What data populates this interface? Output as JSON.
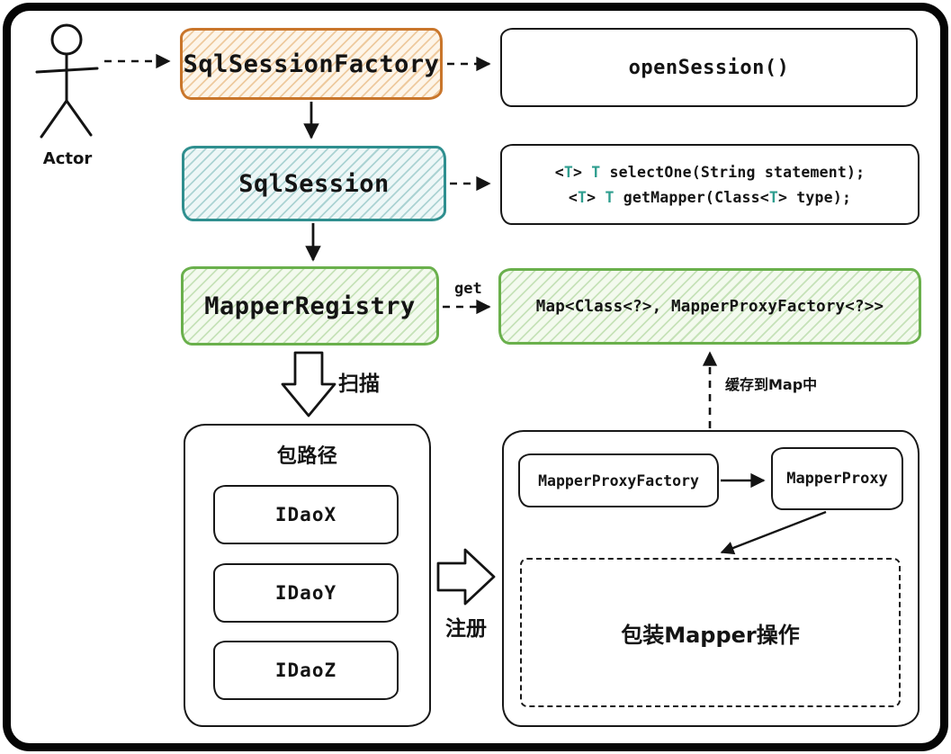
{
  "colors": {
    "ink": "#141414",
    "orange_border": "#c9762b",
    "teal_border": "#2f8f8f",
    "green_border": "#6ab04c",
    "type_param_teal": "#2f9e8f"
  },
  "actor": {
    "label": "Actor"
  },
  "nodes": {
    "sql_session_factory": "SqlSessionFactory",
    "open_session": "openSession()",
    "sql_session": "SqlSession",
    "mapper_registry": "MapperRegistry",
    "map_entry": "Map<Class<?>, MapperProxyFactory<?>>",
    "package_path": "包路径",
    "idaox": "IDaoX",
    "idaoy": "IDaoY",
    "idaoz": "IDaoZ",
    "mapper_proxy_factory": "MapperProxyFactory",
    "mapper_proxy": "MapperProxy",
    "wrap_mapper": "包装Mapper操作"
  },
  "labels": {
    "get": "get",
    "scan": "扫描",
    "register": "注册",
    "cache_to_map": "缓存到Map中"
  },
  "code_lines": [
    {
      "parts": [
        {
          "text": "<"
        },
        {
          "text": "T",
          "color": "#2f9e8f"
        },
        {
          "text": "> "
        },
        {
          "text": "T",
          "color": "#2f9e8f"
        },
        {
          "text": " selectOne(String statement);"
        }
      ]
    },
    {
      "parts": [
        {
          "text": "<"
        },
        {
          "text": "T",
          "color": "#2f9e8f"
        },
        {
          "text": "> "
        },
        {
          "text": "T",
          "color": "#2f9e8f"
        },
        {
          "text": " getMapper(Class<"
        },
        {
          "text": "T",
          "color": "#2f9e8f"
        },
        {
          "text": "> type);"
        }
      ]
    }
  ]
}
